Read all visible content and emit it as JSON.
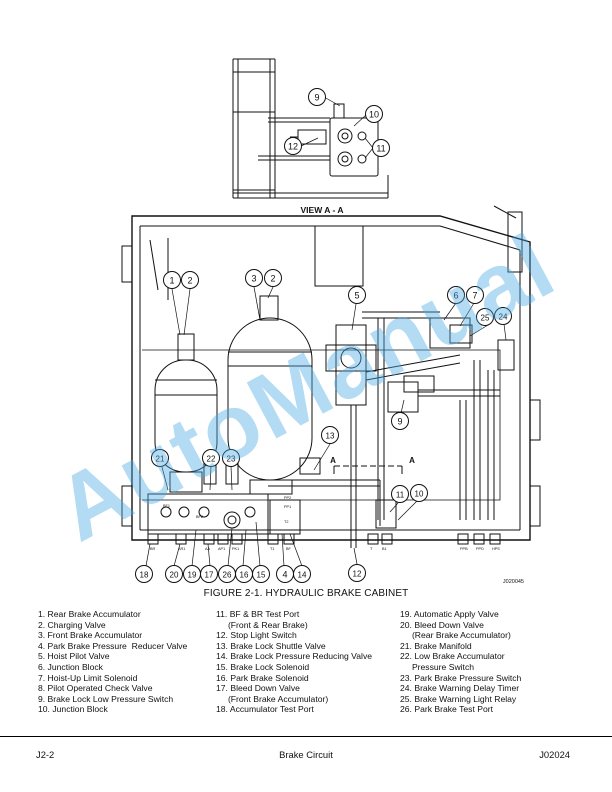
{
  "view_label": "VIEW A - A",
  "section_marker": "A",
  "drawing_number": "J020045",
  "caption": "FIGURE 2-1. HYDRAULIC BRAKE CABINET",
  "callouts_view": [
    "9",
    "10",
    "12",
    "11"
  ],
  "callouts_main": [
    "1",
    "2",
    "3",
    "2",
    "5",
    "6",
    "7",
    "25",
    "24",
    "9",
    "13",
    "21",
    "22",
    "23",
    "11",
    "10",
    "18",
    "20",
    "19",
    "17",
    "26",
    "16",
    "15",
    "4",
    "14",
    "12"
  ],
  "port_labels": [
    "BR",
    "AR1",
    "AA",
    "AP1",
    "PK1",
    "T1",
    "BF",
    "PPB",
    "PPD",
    "HPS",
    "T",
    "B1",
    "BF1",
    "BF2",
    "PP1",
    "PP2",
    "T2"
  ],
  "legend": {
    "col1": [
      "1. Rear Brake Accumulator",
      "2. Charging Valve",
      "3. Front Brake Accumulator",
      "4. Park Brake Pressure  Reducer Valve",
      "5. Hoist Pilot Valve",
      "6. Junction Block",
      "7. Hoist-Up Limit Solenoid",
      "8. Pilot Operated Check Valve",
      "9. Brake Lock Low Pressure Switch",
      "10. Junction Block"
    ],
    "col2": [
      "11. BF & BR Test Port",
      "     (Front & Rear Brake)",
      "12. Stop Light Switch",
      "13. Brake Lock Shuttle Valve",
      "14. Brake Lock Pressure Reducing Valve",
      "15. Brake Lock Solenoid",
      "16. Park Brake Solenoid",
      "17. Bleed Down Valve",
      "     (Front Brake Accumulator)",
      "18. Accumulator Test Port"
    ],
    "col3": [
      "19. Automatic Apply Valve",
      "20. Bleed Down Valve",
      "     (Rear Brake Accumulator)",
      "21. Brake Manifold",
      "22. Low Brake Accumulator",
      "     Pressure Switch",
      "23. Park Brake Pressure Switch",
      "24. Brake Warning Delay Timer",
      "25. Brake Warning Light Relay",
      "26. Park Brake Test Port"
    ]
  },
  "footer": {
    "left": "J2-2",
    "center": "Brake Circuit",
    "right": "J02024"
  },
  "watermark": "AutoManual",
  "colors": {
    "line": "#111111",
    "watermark": "#4aaae2"
  }
}
